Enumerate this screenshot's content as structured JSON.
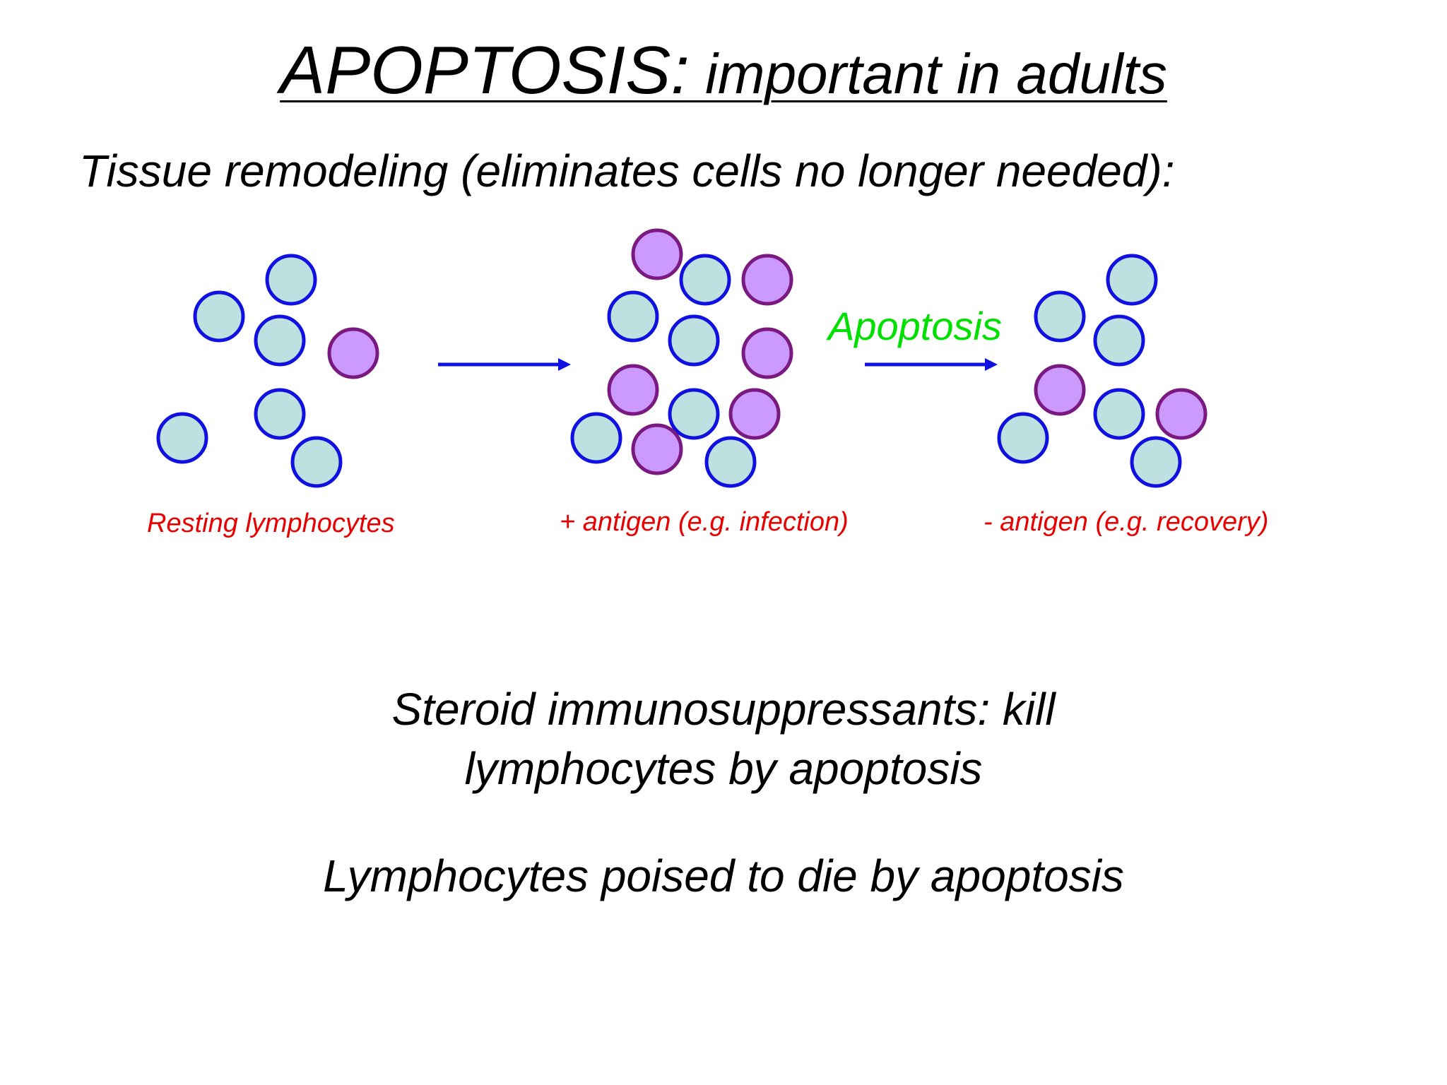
{
  "slide": {
    "title_main": "APOPTOSIS:",
    "title_rest": " important in adults",
    "subtitle": "Tissue remodeling (eliminates cells no longer needed):"
  },
  "diagram": {
    "arrow_label": "Apoptosis",
    "stages": [
      {
        "caption": "Resting lymphocytes"
      },
      {
        "caption": "+ antigen (e.g. infection)"
      },
      {
        "caption": "- antigen (e.g. recovery)"
      }
    ],
    "colors": {
      "resting_fill": "#bde0e0",
      "resting_stroke": "#1010e0",
      "activated_fill": "#cc99ff",
      "activated_stroke": "#7a1a80",
      "arrow": "#1010e0",
      "caption": "#e60000",
      "arrow_label": "#00e000"
    }
  },
  "notes": {
    "steroid_line1": "Steroid immunosuppressants: kill",
    "steroid_line2": "lymphocytes by apoptosis",
    "poised": "Lymphocytes poised to die by apoptosis"
  }
}
